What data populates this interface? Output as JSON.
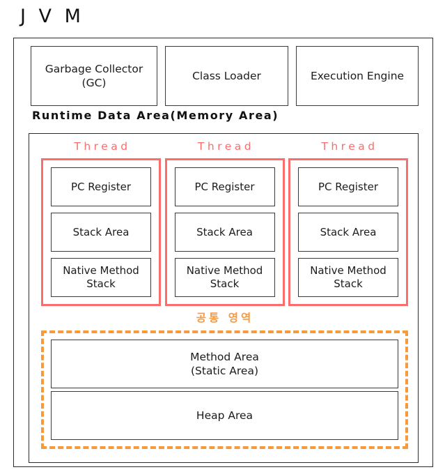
{
  "diagram": {
    "title": "J V M",
    "runtime_data_area_label": "Runtime Data Area(Memory Area)",
    "components": [
      {
        "name": "garbage-collector",
        "line1": "Garbage Collector",
        "line2": "(GC)"
      },
      {
        "name": "class-loader",
        "line1": "Class Loader",
        "line2": ""
      },
      {
        "name": "execution-engine",
        "line1": "Execution Engine",
        "line2": ""
      }
    ],
    "threads": [
      {
        "label": "Thread",
        "boxes": [
          {
            "line1": "PC Register",
            "line2": ""
          },
          {
            "line1": "Stack Area",
            "line2": ""
          },
          {
            "line1": "Native Method",
            "line2": "Stack"
          }
        ]
      },
      {
        "label": "Thread",
        "boxes": [
          {
            "line1": "PC Register",
            "line2": ""
          },
          {
            "line1": "Stack Area",
            "line2": ""
          },
          {
            "line1": "Native Method",
            "line2": "Stack"
          }
        ]
      },
      {
        "label": "Thread",
        "boxes": [
          {
            "line1": "PC Register",
            "line2": ""
          },
          {
            "line1": "Stack Area",
            "line2": ""
          },
          {
            "line1": "Native Method",
            "line2": "Stack"
          }
        ]
      }
    ],
    "shared_area": {
      "label": "공통 영역",
      "boxes": [
        {
          "line1": "Method Area",
          "line2": "(Static Area)"
        },
        {
          "line1": "Heap Area",
          "line2": ""
        }
      ]
    },
    "colors": {
      "thread_accent": "#fb6d6d",
      "shared_accent": "#f79a3e",
      "frame_stroke": "#2b2b2b",
      "box_stroke": "#3a3a3a",
      "text": "#1c1c1c",
      "background": "#ffffff"
    }
  }
}
